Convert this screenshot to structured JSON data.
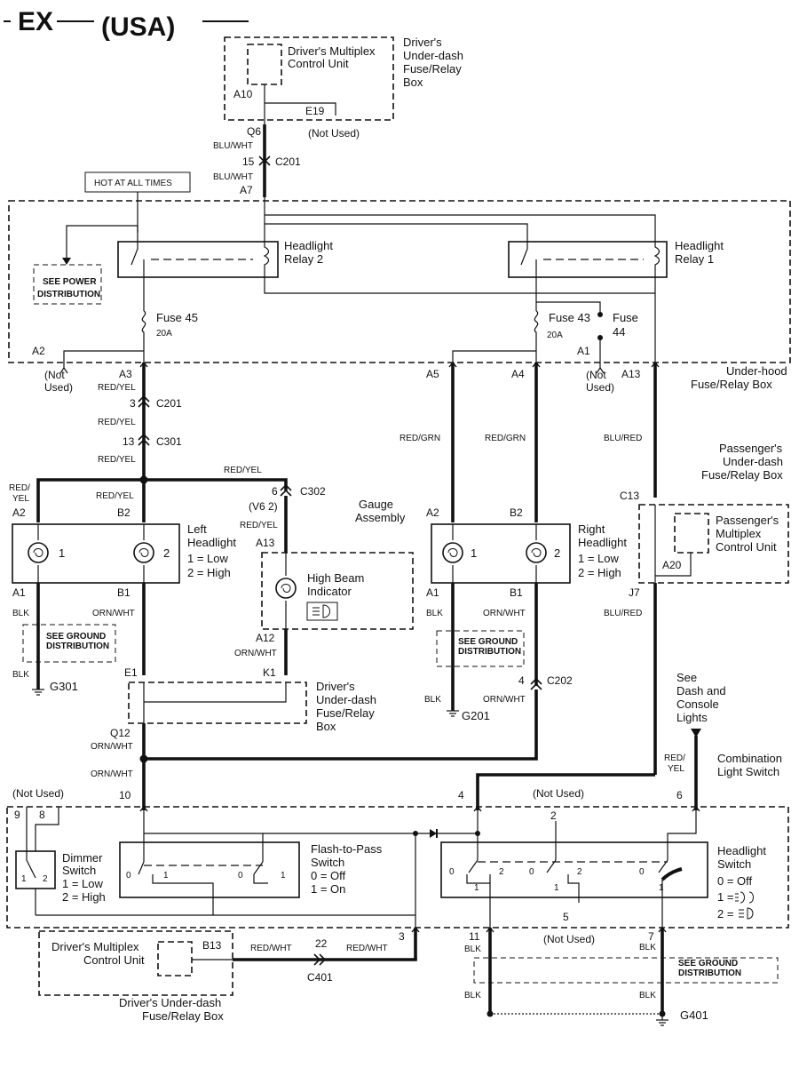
{
  "title": {
    "prefix": "EX",
    "region": "(USA)"
  },
  "components": {
    "drivers_mcu_top": "Driver's Multiplex Control Unit",
    "drivers_underdash_box_top": "Driver's Under-dash Fuse/Relay Box",
    "hot_at_all_times": "HOT AT ALL TIMES",
    "see_power_distribution": "SEE POWER DISTRIBUTION",
    "headlight_relay_2": "Headlight Relay 2",
    "headlight_relay_1": "Headlight Relay 1",
    "fuse_45": "Fuse 45",
    "fuse_43": "Fuse 43",
    "fuse_44": "Fuse 44",
    "fuse_rating": "20A",
    "underhood_box": "Under-hood Fuse/Relay Box",
    "passenger_underdash_box": "Passenger's Under-dash Fuse/Relay Box",
    "gauge_assembly": "Gauge Assembly",
    "left_headlight": "Left Headlight",
    "right_headlight": "Right Headlight",
    "low_legend": "1 = Low",
    "high_legend": "2 = High",
    "high_beam_indicator": "High Beam Indicator",
    "passenger_mcu": "Passenger's Multiplex Control Unit",
    "see_ground_distribution": "SEE GROUND DISTRIBUTION",
    "drivers_underdash_box_mid": "Driver's Under-dash Fuse/Relay Box",
    "see_dash_lights": "See Dash and Console Lights",
    "combination_light_switch": "Combination Light Switch",
    "dimmer_switch": "Dimmer Switch",
    "flash_to_pass": "Flash-to-Pass Switch",
    "off_legend": "0 = Off",
    "on_legend": "1 = On",
    "headlight_switch": "Headlight Switch",
    "hs_off": "0 = Off",
    "hs_1": "1 =",
    "hs_2": "2 =",
    "drivers_mcu_bottom": "Driver's Multiplex Control Unit",
    "drivers_underdash_box_bottom": "Driver's Under-dash Fuse/Relay Box",
    "not_used": "(Not Used)"
  },
  "connectors": {
    "a10": "A10",
    "e19": "E19",
    "q6": "Q6",
    "c201": "C201",
    "n15": "15",
    "a7": "A7",
    "a2_uh": "A2",
    "a3": "A3",
    "a5": "A5",
    "a4": "A4",
    "a1_uh": "A1",
    "a13_uh": "A13",
    "n3": "3",
    "n13": "13",
    "c301": "C301",
    "n6_c302": "6",
    "c302": "C302",
    "v6": "(V6 2)",
    "a2_l": "A2",
    "b2_l": "B2",
    "a13_g": "A13",
    "a2_r": "A2",
    "b2_r": "B2",
    "c13": "C13",
    "a20": "A20",
    "a1_l": "A1",
    "b1_l": "B1",
    "a12": "A12",
    "a1_r": "A1",
    "b1_r": "B1",
    "j7": "J7",
    "g301": "G301",
    "e1": "E1",
    "k1": "K1",
    "g201": "G201",
    "n4_c202": "4",
    "c202": "C202",
    "q12": "Q12",
    "n10": "10",
    "n9": "9",
    "n8": "8",
    "n4": "4",
    "n2": "2",
    "n6": "6",
    "n5": "5",
    "n3b": "3",
    "b13": "B13",
    "n22": "22",
    "c401": "C401",
    "n11": "11",
    "n7": "7",
    "g401": "G401",
    "one": "1",
    "two": "2",
    "zero": "0"
  },
  "wire_colors": {
    "blu_wht": "BLU/WHT",
    "red_yel": "RED/YEL",
    "red_yel_split": [
      "RED/",
      "YEL"
    ],
    "red_grn": "RED/GRN",
    "blu_red": "BLU/RED",
    "blk": "BLK",
    "orn_wht": "ORN/WHT",
    "red_wht": "RED/WHT"
  }
}
